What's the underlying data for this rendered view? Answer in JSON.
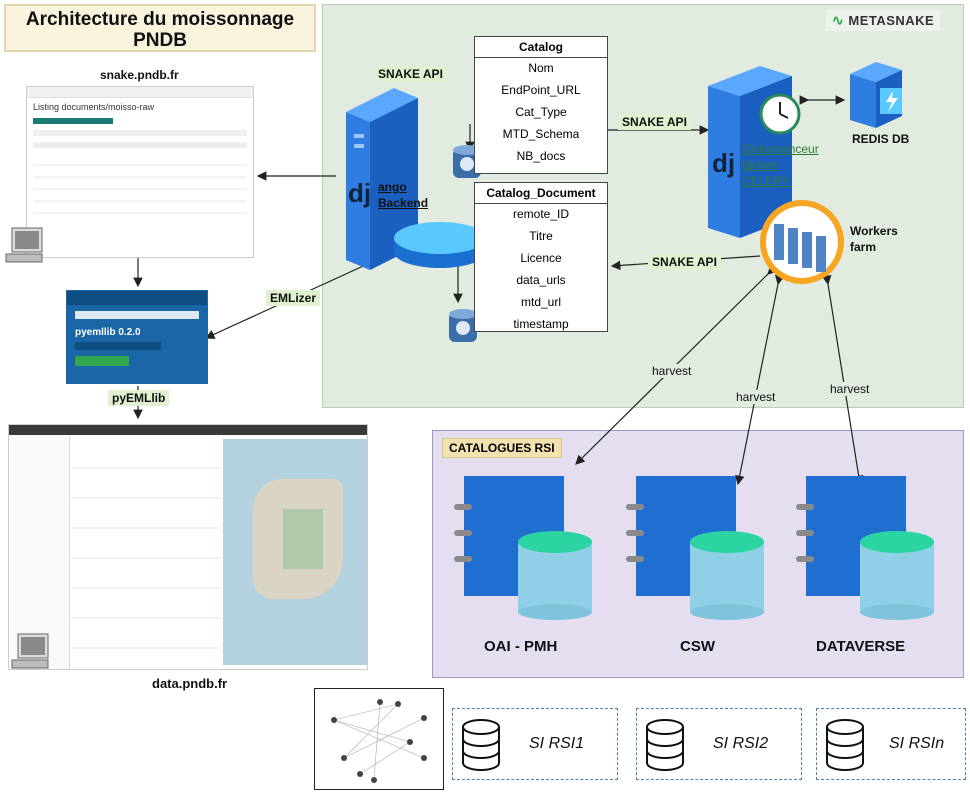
{
  "title": {
    "line1": "Architecture du moissonnage",
    "line2": "PNDB"
  },
  "brand": {
    "name": "METASNAKE"
  },
  "left": {
    "snake_site": "snake.pndb.fr",
    "snake_page_heading": "Listing documents/moisso-raw",
    "pyemllib_title": "pyemllib 0.2.0",
    "data_site": "data.pndb.fr",
    "emlizer": "EMLizer",
    "pyemllib": "pyEMLlib"
  },
  "metasnake": {
    "snake_api_top": "SNAKE API",
    "django_app_1": "ango",
    "django_app_2": "Backend",
    "dj": "dj",
    "snake_api_mid": "SNAKE API",
    "snake_api_low": "SNAKE API",
    "celery_1": "Ordonnanceur",
    "celery_2": "tâches",
    "celery_3": "CELERY",
    "redis": "REDIS DB",
    "workers_1": "Workers",
    "workers_2": "farm",
    "catalog": {
      "header": "Catalog",
      "rows": [
        "Nom",
        "EndPoint_URL",
        "Cat_Type",
        "MTD_Schema",
        "NB_docs"
      ]
    },
    "catalog_document": {
      "header": "Catalog_Document",
      "rows": [
        "remote_ID",
        "Titre",
        "Licence",
        "data_urls",
        "mtd_url",
        "timestamp"
      ]
    },
    "harvest_labels": [
      "harvest",
      "harvest",
      "harvest"
    ]
  },
  "rsi": {
    "tag": "CATALOGUES RSI",
    "catalogues": [
      "OAI - PMH",
      "CSW",
      "DATAVERSE"
    ]
  },
  "si": [
    "SI RSI1",
    "SI RSI2",
    "SI RSIn"
  ],
  "colors": {
    "green_panel": "#e1ebe0",
    "purple_panel": "#e4def0",
    "server_blue": "#1f6fd1",
    "cylinder_green": "#2bd4a0",
    "cylinder_blue": "#8fd0e6",
    "dashed": "#4f81a6"
  }
}
